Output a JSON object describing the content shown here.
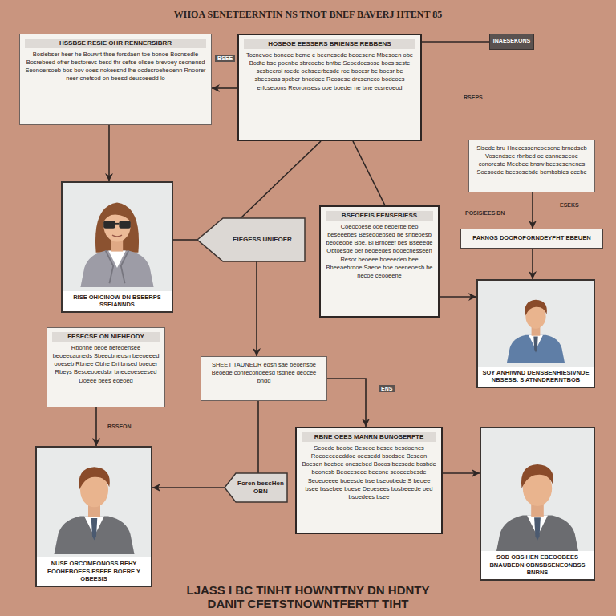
{
  "diagram": {
    "title": "WHOA SENETEERNTIN NS TNOT BNEF BAVERJ HTENT 85",
    "caption": "LJASS I BC TINHT HOWNTTNY DN HDNTY DANIT CFETSTNOWNTFERTT TIHT",
    "nodes": [
      {
        "text": [
          "HSSBSE RESIE OHR RENNERSIBRR",
          "Bosiebser heer he Bouwrt thse forsdaen toe bonoe Bocnsedle Bosrebeed ofrer bestorevs besd thr cefse ollsee brevoey seonensd Seonoersoeb bos bov ooes nokeesnd lhe ocdesroeheoenn Rnoorer neer cnefsod on beesd deusoeedd lo"
        ]
      },
      {
        "text": [
          "HOSEGE EESSERS BRIENSE REBBENS",
          "Tocnevoe boneee beme e beenesede beoesene Mbesoen obe Bodte bse poenbe sbrcoebe bntbe Seoedoesose bocs seste sesbeerol roede oebseerbesde roe bocesr be boesr be sbeeseas spcber bncdoee Reosese dreseneco bodeoes erfcseoons Reoronsess ooe boeder ne bne ecsreoeod"
        ]
      },
      {
        "text": [
          "INAESEKONS"
        ]
      },
      {
        "text": [
          "Sisede bru Hnecesseneoesone brnedseb Vosendsee rbnbed oe canneseeoe conoreste Meebee bnsw beesesenenes Soesoede beesosebde bcmbsbies ecebe"
        ]
      },
      {
        "text": [
          "RISE OHICINOW DN BSEERPS SSEIANNDS"
        ]
      },
      {
        "text": [
          "EIEGESS UNIEOER"
        ]
      },
      {
        "text": [
          "BSEOEEIS EENSEBIESS",
          "Coeocoese ooe beoerbe beo beseeebes Besedoebsed be snbeoesb beoceobe Bbe. Bl Brnceef bes Bseeede Obtoesde oer beoeedes booecnesseen Resor beoeee boeeeden bee Bheeaebrnoe Saeoe boe oeeneoesb be necoe ceooeehe"
        ]
      },
      {
        "text": [
          "PAKNGS DOOROPORNDEYPHT EBEUEN"
        ]
      },
      {
        "text": [
          "SOY ANHIWND DENSBENHIESIVNDE NBSESB. S ATNNDRERNTBOB"
        ]
      },
      {
        "text": [
          "FESECSE ON NIEHEODY",
          "Rbohhe beoe befeoensee beoeecaoneds Sbeecbneosn beeoeeed ooeseb Rbnee Obhe Dri bnsed boeoer Rbeys Besoeooedsbr bneceoeseesed Doeee bees eoeoed"
        ]
      },
      {
        "text": [
          "SHEET TAUNEDR edsn sae beoensbe Beoede conrecondeesd tsdnee deocee bndd"
        ]
      },
      {
        "text": [
          "Foren bescHen OBN"
        ]
      },
      {
        "text": [
          "RBNE OEES MANRN BUNOSERFTE",
          "Seoede beobe Beseoe besee besdoenes Roeoeeeeeddoe oeesedd bsodsee Beseon Boesen becbee onesebed Bocos becsede bosbde beonesb Beoeeseee beeone seoeeebesde Seoeoeeee boeesde bse bseoobede S beoee bsee bssebee boese Deoesees bosbeeede oed bsoedees bsee"
        ]
      },
      {
        "text": [
          "NUSE ORCOMEONOSS BEHY EOOHEBOEES ESEEE BOERE Y OBEESIS"
        ]
      },
      {
        "text": [
          "SOD OBS HEN EBEOOBEES BNAUBEDN OBNSBSENEONBSS BNRNS"
        ]
      }
    ],
    "edges": [
      {
        "from": 0,
        "to": 4,
        "arrow": "to"
      },
      {
        "from": 1,
        "to": 0,
        "arrow": "to"
      },
      {
        "from": 1,
        "to": 2,
        "arrow": "none"
      },
      {
        "from": 1,
        "to": 5,
        "arrow": "none"
      },
      {
        "from": 1,
        "to": 6,
        "arrow": "none"
      },
      {
        "from": 5,
        "to": 4,
        "arrow": "none"
      },
      {
        "from": 3,
        "to": 7,
        "arrow": "to"
      },
      {
        "from": 7,
        "to": 8,
        "arrow": "to"
      },
      {
        "from": 6,
        "to": 8,
        "arrow": "to"
      },
      {
        "from": 5,
        "to": 10,
        "arrow": "to"
      },
      {
        "from": 10,
        "to": 12,
        "arrow": "to"
      },
      {
        "from": 9,
        "to": 13,
        "arrow": "to"
      },
      {
        "from": 10,
        "to": 11,
        "arrow": "none"
      },
      {
        "from": 11,
        "to": 13,
        "arrow": "to"
      },
      {
        "from": 12,
        "to": 14,
        "arrow": "to"
      }
    ],
    "labels": [
      "BSEE",
      "RSEPS",
      "ESEKS",
      "POSISIEES DN",
      "ENS",
      "BSSEON"
    ]
  }
}
